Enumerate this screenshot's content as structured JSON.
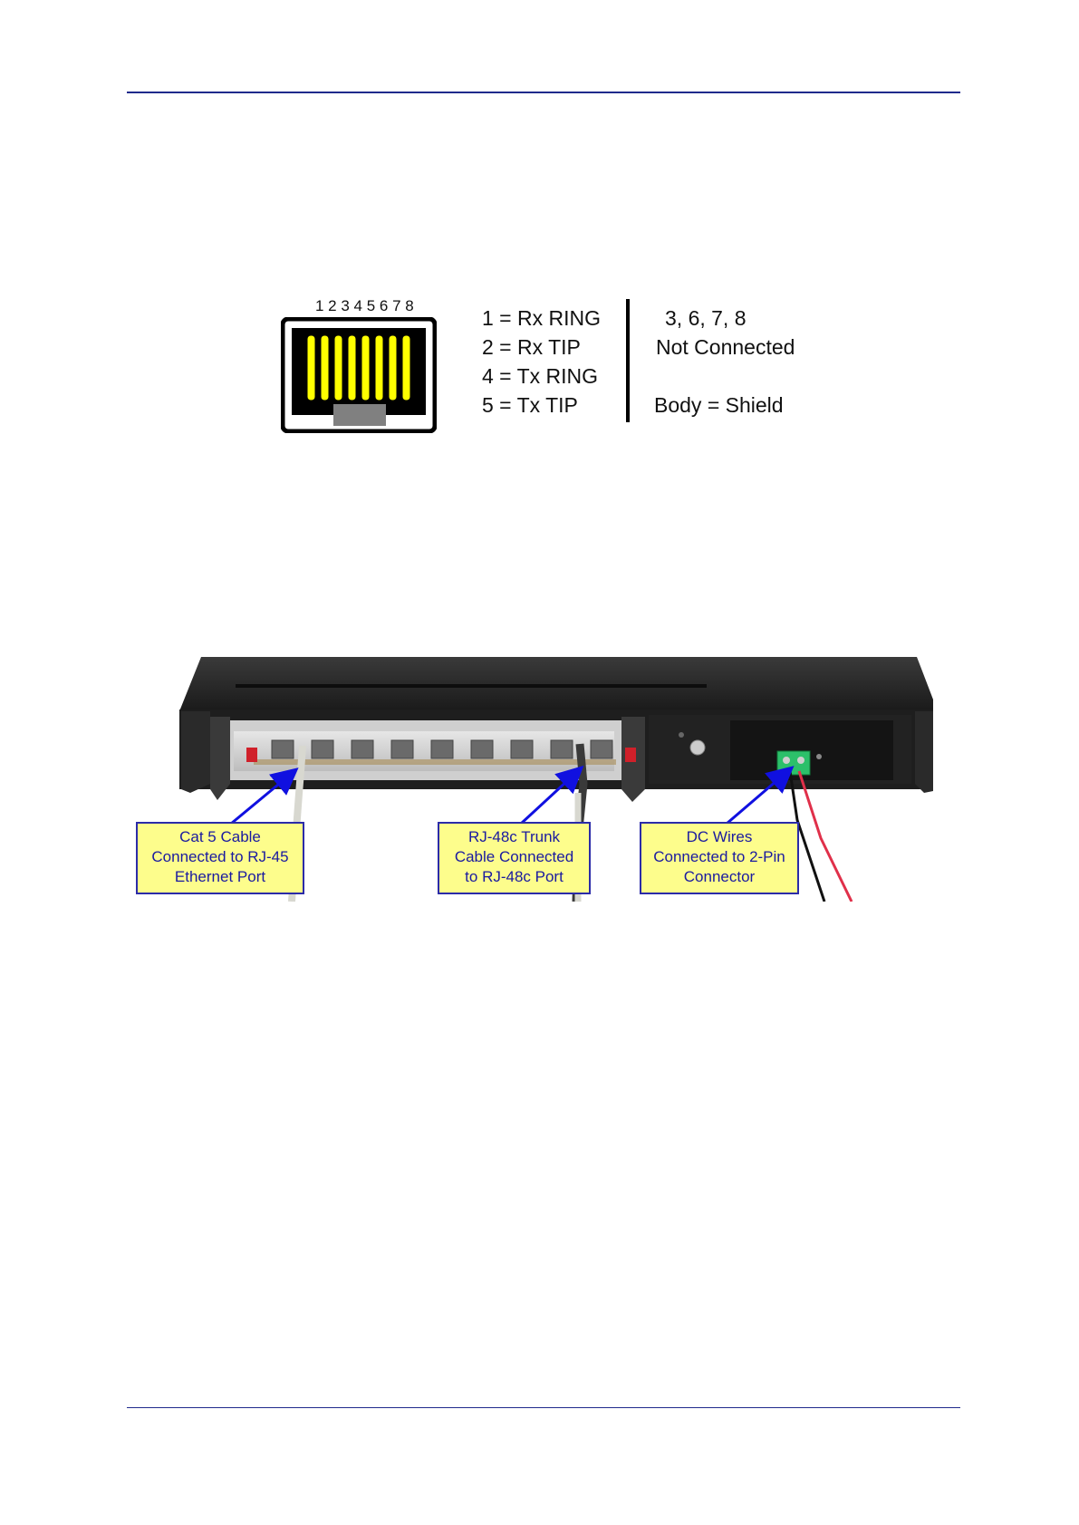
{
  "pinout": {
    "pin_numbers": "1 2 3 4 5 6 7 8",
    "assignments": [
      "1 = Rx RING",
      "2 = Rx TIP",
      "4 = Tx RING",
      "5 = Tx TIP"
    ],
    "not_connected_pins": "3, 6, 7, 8",
    "not_connected_label": "Not Connected",
    "body": "Body = Shield",
    "pin_color": "#ffff00"
  },
  "device": {
    "callouts": {
      "cat5": [
        "Cat 5 Cable",
        "Connected to RJ-45",
        "Ethernet Port"
      ],
      "trunk": [
        "RJ-48c Trunk",
        "Cable Connected",
        "to RJ-48c Port"
      ],
      "dc": [
        "DC Wires",
        "Connected to 2-Pin",
        "Connector"
      ]
    },
    "callout_fill": "#fdfd8c",
    "callout_border": "#2b2ba8",
    "arrow_color": "#1010e0"
  },
  "header_rule_color": "#1f2a8c"
}
